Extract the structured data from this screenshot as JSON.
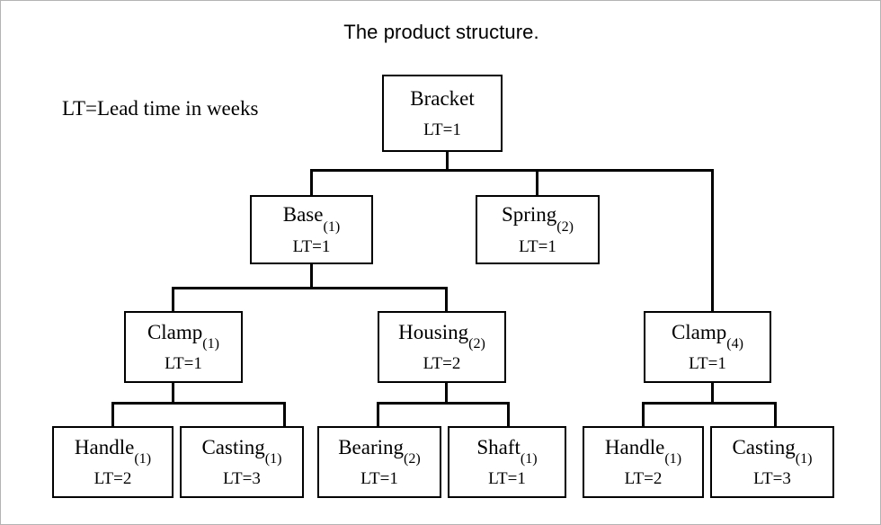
{
  "title": "The product structure.",
  "legend": "LT=Lead time in weeks",
  "colors": {
    "background": "#ffffff",
    "frame_border": "#b4b4b4",
    "box_border": "#000000",
    "line": "#000000",
    "text": "#000000"
  },
  "nodes": {
    "bracket": {
      "name": "Bracket",
      "qty": "",
      "lt": "LT=1",
      "level": 0
    },
    "base": {
      "name": "Base",
      "qty": "(1)",
      "lt": "LT=1",
      "level": 1
    },
    "spring": {
      "name": "Spring",
      "qty": "(2)",
      "lt": "LT=1",
      "level": 1
    },
    "clamp_left": {
      "name": "Clamp",
      "qty": "(1)",
      "lt": "LT=1",
      "level": 2
    },
    "housing": {
      "name": "Housing",
      "qty": "(2)",
      "lt": "LT=2",
      "level": 2
    },
    "clamp_right": {
      "name": "Clamp",
      "qty": "(4)",
      "lt": "LT=1",
      "level": 2
    },
    "handle_left": {
      "name": "Handle",
      "qty": "(1)",
      "lt": "LT=2",
      "level": 3
    },
    "casting_left": {
      "name": "Casting",
      "qty": "(1)",
      "lt": "LT=3",
      "level": 3
    },
    "bearing": {
      "name": "Bearing",
      "qty": "(2)",
      "lt": "LT=1",
      "level": 3
    },
    "shaft": {
      "name": "Shaft",
      "qty": "(1)",
      "lt": "LT=1",
      "level": 3
    },
    "handle_right": {
      "name": "Handle",
      "qty": "(1)",
      "lt": "LT=2",
      "level": 3
    },
    "casting_right": {
      "name": "Casting",
      "qty": "(1)",
      "lt": "LT=3",
      "level": 3
    }
  },
  "edges": [
    {
      "from": "bracket",
      "to": "base"
    },
    {
      "from": "bracket",
      "to": "spring"
    },
    {
      "from": "bracket",
      "to": "clamp_right"
    },
    {
      "from": "base",
      "to": "clamp_left"
    },
    {
      "from": "base",
      "to": "housing"
    },
    {
      "from": "clamp_left",
      "to": "handle_left"
    },
    {
      "from": "clamp_left",
      "to": "casting_left"
    },
    {
      "from": "housing",
      "to": "bearing"
    },
    {
      "from": "housing",
      "to": "shaft"
    },
    {
      "from": "clamp_right",
      "to": "handle_right"
    },
    {
      "from": "clamp_right",
      "to": "casting_right"
    }
  ]
}
